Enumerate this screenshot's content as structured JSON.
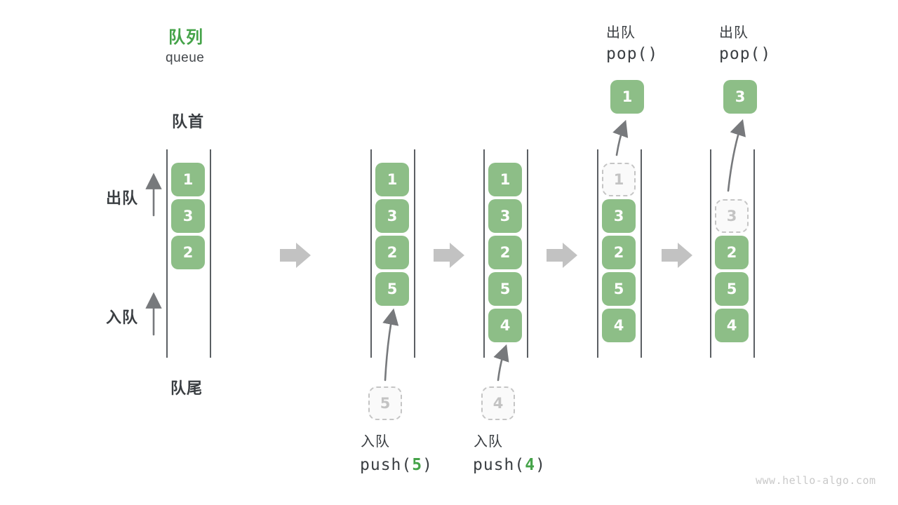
{
  "header": {
    "title_zh": "队列",
    "title_en": "queue"
  },
  "side_labels": {
    "front": "队首",
    "rear": "队尾",
    "dequeue": "出队",
    "enqueue": "入队"
  },
  "watermark": "www.hello-algo.com",
  "colors": {
    "green_box": "#8DBE87",
    "title_green": "#45A349",
    "code_arg_green": "#45A349",
    "text_dark": "#3A3E42",
    "thin_arrow": "#77797C",
    "block_arrow": "#C2C2C2",
    "dashed_border": "#C5C5C5",
    "dashed_text": "#C3C3C3",
    "wall": "#5B5F63",
    "watermark_gray": "#C9C9C9"
  },
  "states": [
    {
      "name": "initial-queue",
      "slots": [
        "1",
        "3",
        "2"
      ]
    },
    {
      "name": "after-push-5",
      "slots": [
        "1",
        "3",
        "2",
        "5"
      ],
      "enqueue": {
        "label": "入队",
        "code_prefix": "push(",
        "arg": "5",
        "code_suffix": ")",
        "staged_value": "5"
      }
    },
    {
      "name": "after-push-4",
      "slots": [
        "1",
        "3",
        "2",
        "5",
        "4"
      ],
      "enqueue": {
        "label": "入队",
        "code_prefix": "push(",
        "arg": "4",
        "code_suffix": ")",
        "staged_value": "4"
      }
    },
    {
      "name": "after-pop-1",
      "slots": [
        {
          "value": "1",
          "dashed": true
        },
        "3",
        "2",
        "5",
        "4"
      ],
      "dequeue": {
        "label": "出队",
        "code": "pop()",
        "popped_value": "1"
      }
    },
    {
      "name": "after-pop-3",
      "slots": [
        null,
        {
          "value": "3",
          "dashed": true
        },
        "2",
        "5",
        "4"
      ],
      "dequeue": {
        "label": "出队",
        "code": "pop()",
        "popped_value": "3"
      }
    }
  ]
}
